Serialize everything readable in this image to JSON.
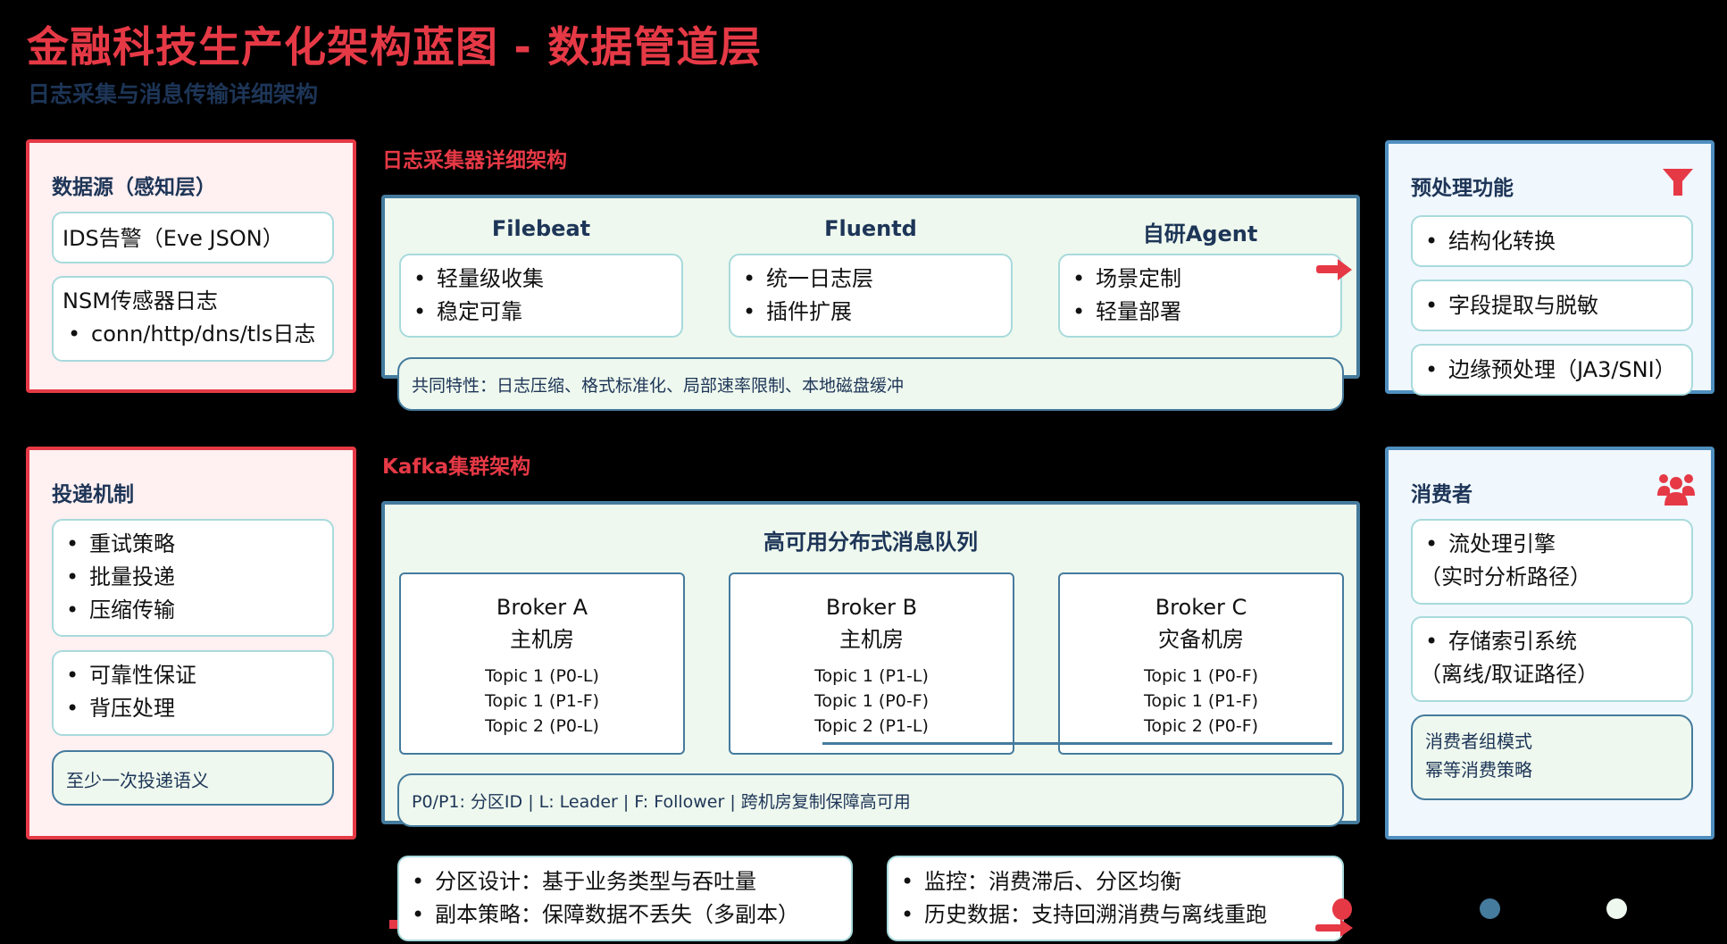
{
  "header": {
    "title": "金融科技生产化架构蓝图 - 数据管道层",
    "subtitle": "日志采集与消息传输详细架构"
  },
  "colors": {
    "accent_red": "#e63946",
    "navy": "#1d3557",
    "steel_blue": "#457b9d",
    "light_cyan": "#a8dadc",
    "mint": "#eef8ee"
  },
  "data_source": {
    "heading": "数据源（感知层）",
    "cards": [
      {
        "title": "IDS告警（Eve JSON）"
      },
      {
        "title": "NSM传感器日志",
        "bullet": "•",
        "item": "conn/http/dns/tls日志"
      }
    ]
  },
  "collector": {
    "section_label": "日志采集器详细架构",
    "columns": [
      {
        "title": "Filebeat",
        "items": [
          "轻量级收集",
          "稳定可靠"
        ]
      },
      {
        "title": "Fluentd",
        "items": [
          "统一日志层",
          "插件扩展"
        ]
      },
      {
        "title": "自研Agent",
        "items": [
          "场景定制",
          "轻量部署"
        ]
      }
    ],
    "common_features": "共同特性：日志压缩、格式标准化、局部速率限制、本地磁盘缓冲",
    "arrow_icon": "arrow-right"
  },
  "preprocess": {
    "heading": "预处理功能",
    "icon": "filter-funnel",
    "items": [
      "结构化转换",
      "字段提取与脱敏",
      "边缘预处理（JA3/SNI）"
    ]
  },
  "delivery": {
    "heading": "投递机制",
    "group1": [
      "重试策略",
      "批量投递",
      "压缩传输"
    ],
    "group2": [
      "可靠性保证",
      "背压处理"
    ],
    "note": "至少一次投递语义"
  },
  "kafka": {
    "section_label": "Kafka集群架构",
    "title": "高可用分布式消息队列",
    "brokers": [
      {
        "name": "Broker A",
        "room": "主机房",
        "topics": [
          "Topic 1 (P0-L)",
          "Topic 1 (P1-F)",
          "Topic 2 (P0-L)"
        ]
      },
      {
        "name": "Broker B",
        "room": "主机房",
        "topics": [
          "Topic 1 (P1-L)",
          "Topic 1 (P0-F)",
          "Topic 2 (P1-L)"
        ]
      },
      {
        "name": "Broker C",
        "room": "灾备机房",
        "topics": [
          "Topic 1 (P0-F)",
          "Topic 1 (P1-F)",
          "Topic 2 (P0-F)"
        ]
      }
    ],
    "legend": "P0/P1: 分区ID | L: Leader | F: Follower | 跨机房复制保障高可用"
  },
  "kafka_notes": {
    "left": [
      "分区设计：基于业务类型与吞吐量",
      "副本策略：保障数据不丢失（多副本）"
    ],
    "right": [
      "监控：消费滞后、分区均衡",
      "历史数据：支持回溯消费与离线重跑"
    ]
  },
  "consumers": {
    "heading": "消费者",
    "icon": "users-group",
    "items": [
      {
        "title": "流处理引擎",
        "sub": "（实时分析路径）"
      },
      {
        "title": "存储索引系统",
        "sub": "（离线/取证路径）"
      }
    ],
    "note": [
      "消费者组模式",
      "幂等消费策略"
    ]
  },
  "misc": {
    "bullet": "•",
    "dots": [
      "#e63946",
      "#457b9d",
      "#eef8ee"
    ]
  }
}
